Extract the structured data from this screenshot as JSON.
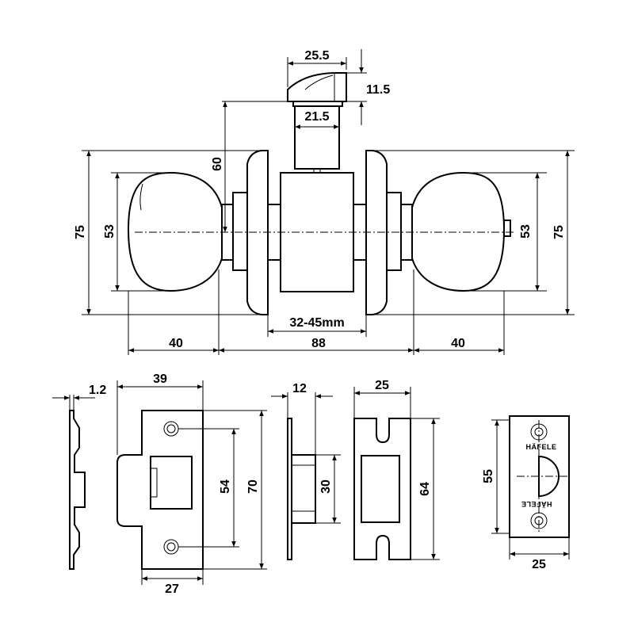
{
  "knob_assembly": {
    "latch_head_width": "25.5",
    "latch_head_height": "11.5",
    "latch_body_width": "21.5",
    "spindle_height": "60",
    "rose_diameter_left": "75",
    "knob_diameter_left": "53",
    "knob_diameter_right": "53",
    "rose_diameter_right": "75",
    "door_thickness": "32-45mm",
    "knob_projection_left": "40",
    "rose_to_rose": "88",
    "knob_projection_right": "40"
  },
  "strike_side_view": {
    "thickness": "1.2"
  },
  "strike_plate": {
    "overall_width": "39",
    "plate_width": "27",
    "hole_spacing": "54",
    "overall_height": "70"
  },
  "latch_side_view": {
    "width": "12",
    "height": "30"
  },
  "latch_plate": {
    "width": "25",
    "height": "64"
  },
  "faceplate": {
    "height": "55",
    "width": "25",
    "brand_top": "HÄFELE",
    "brand_bottom": "HÄFELE"
  }
}
